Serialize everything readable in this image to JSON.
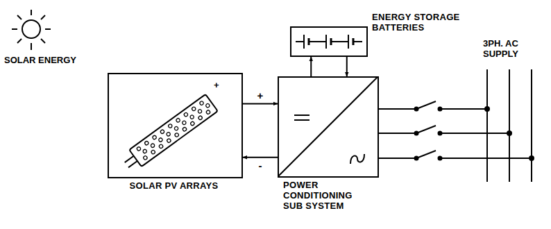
{
  "diagram": {
    "nodes": [
      {
        "text": [
          "SOLAR PV ARRAYS"
        ]
      },
      {
        "text": [
          "POWER CONDITIONING SUB SYSTEM"
        ]
      },
      {
        "text": [
          "ENERGY STORAGE BATTERIES"
        ]
      }
    ],
    "edges": [
      {
        "from": 0,
        "to": 1,
        "label": "+",
        "arrow": "to"
      },
      {
        "from": 1,
        "to": 0,
        "label": "-",
        "arrow": "to"
      },
      {
        "from": 1,
        "to": 2,
        "arrow": "to"
      },
      {
        "from": 2,
        "to": 1,
        "arrow": "to"
      }
    ],
    "labels": [
      "SOLAR ENERGY",
      "+",
      "3PH. AC SUPPLY"
    ]
  }
}
